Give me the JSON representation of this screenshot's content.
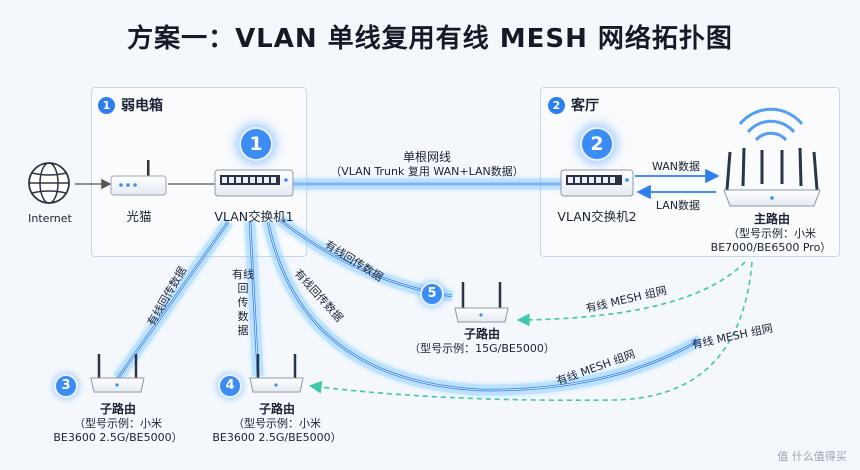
{
  "title": "方案一：VLAN 单线复用有线 MESH 网络拓扑图",
  "zones": {
    "box1": {
      "num": "1",
      "label": "弱电箱"
    },
    "box2": {
      "num": "2",
      "label": "客厅"
    }
  },
  "devices": {
    "internet": "Internet",
    "modem": "光猫",
    "switch1": {
      "badge": "1",
      "label": "VLAN交换机1"
    },
    "switch2": {
      "badge": "2",
      "label": "VLAN交换机2"
    },
    "main_router": {
      "label": "主路由",
      "model1": "（型号示例：小米",
      "model2": "BE7000/BE6500 Pro）"
    },
    "sub3": {
      "badge": "3",
      "label": "子路由",
      "model1": "（型号示例：小米",
      "model2": "BE3600 2.5G/BE5000）"
    },
    "sub4": {
      "badge": "4",
      "label": "子路由",
      "model1": "（型号示例：小米",
      "model2": "BE3600 2.5G/BE5000）"
    },
    "sub5": {
      "badge": "5",
      "label": "子路由",
      "model1": "（型号示例：15G/BE5000）"
    }
  },
  "links": {
    "trunk_title": "单根网线",
    "trunk_sub": "（VLAN Trunk 复用 WAN+LAN数据）",
    "wan": "WAN数据",
    "lan": "LAN数据",
    "backhaul_3": "有线回传数据",
    "backhaul_4": [
      "有线",
      "回",
      "传",
      "数",
      "据"
    ],
    "backhaul_5a": "有线回传数据",
    "backhaul_5b": "有线回传数据",
    "mesh_5": "有线 MESH 组网",
    "mesh_4a": "有线 MESH 组网",
    "mesh_4b": "有线 MESH 组网"
  },
  "colors": {
    "accent": "#2d7ef0",
    "glow": "#8fd0ff",
    "dashed": "#3ec7a8"
  },
  "watermark": "值 什么值得买"
}
